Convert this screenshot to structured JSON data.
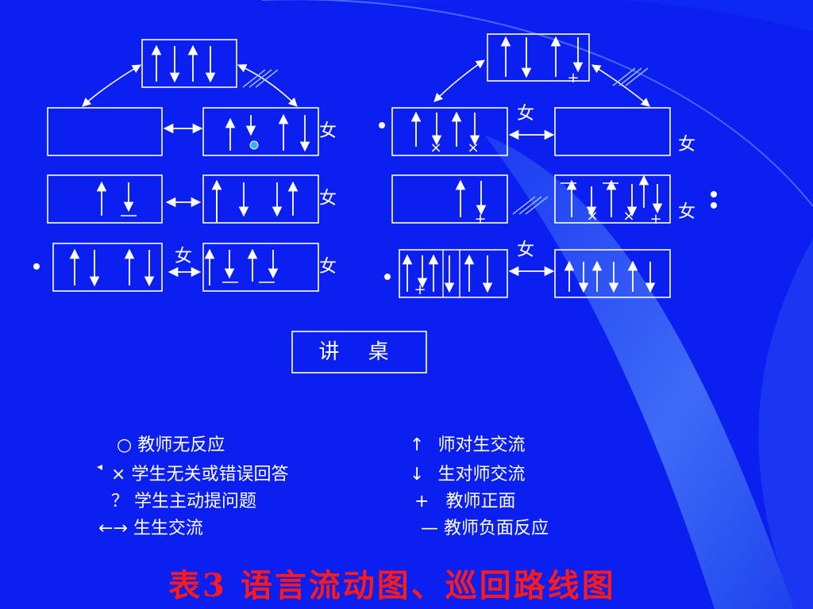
{
  "colors": {
    "background": "#0a1ff0",
    "lines": "#ffffff",
    "title": "#ff1a1a",
    "teacher_dot": "#31b4ff"
  },
  "labels": {
    "female": "女",
    "desk": "讲  桌",
    "plus": "+",
    "cross": "×",
    "dash": "—",
    "bullet": "•"
  },
  "legend": [
    {
      "symbol": "○",
      "text": "教师无反应"
    },
    {
      "symbol": "×",
      "text": "学生无关或错误回答"
    },
    {
      "symbol": "？",
      "text": "学生主动提问题"
    },
    {
      "symbol": "←→",
      "text": "生生交流"
    },
    {
      "symbol": "↑",
      "text": "师对生交流"
    },
    {
      "symbol": "↓",
      "text": "生对师交流"
    },
    {
      "symbol": "+",
      "text": "教师正面"
    },
    {
      "symbol": "—",
      "text": "教师负面反应"
    }
  ],
  "title": "表3   语言流动图、巡回路线图"
}
